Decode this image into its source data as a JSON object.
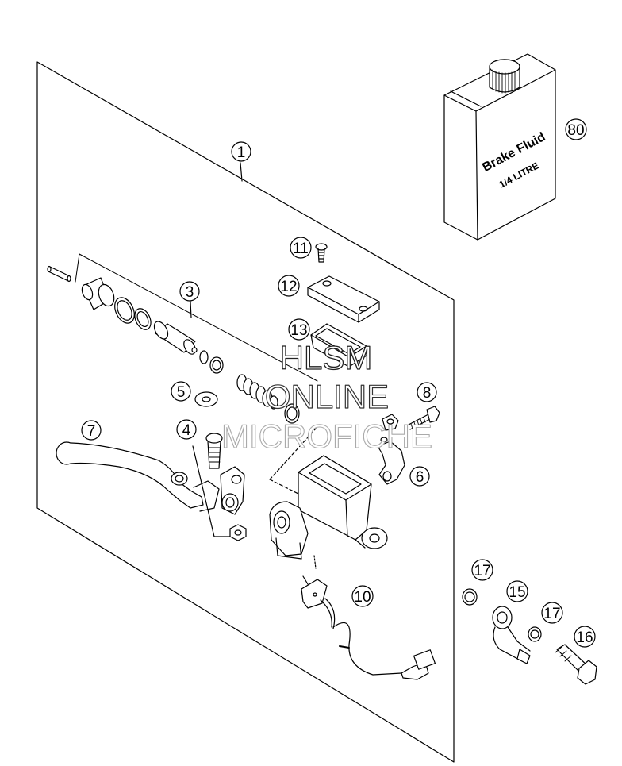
{
  "diagram": {
    "callouts": {
      "c1": "1",
      "c3": "3",
      "c4": "4",
      "c5": "5",
      "c6": "6",
      "c7": "7",
      "c8": "8",
      "c10": "10",
      "c11": "11",
      "c12": "12",
      "c13": "13",
      "c15": "15",
      "c16": "16",
      "c17a": "17",
      "c17b": "17",
      "c80": "80"
    },
    "bottle": {
      "line1": "Brake Fluid",
      "line2": "1/4 LITRE"
    },
    "watermark": {
      "line1": "HLSM",
      "line2": "ONLINE",
      "line3": "MICROFICHE"
    }
  }
}
